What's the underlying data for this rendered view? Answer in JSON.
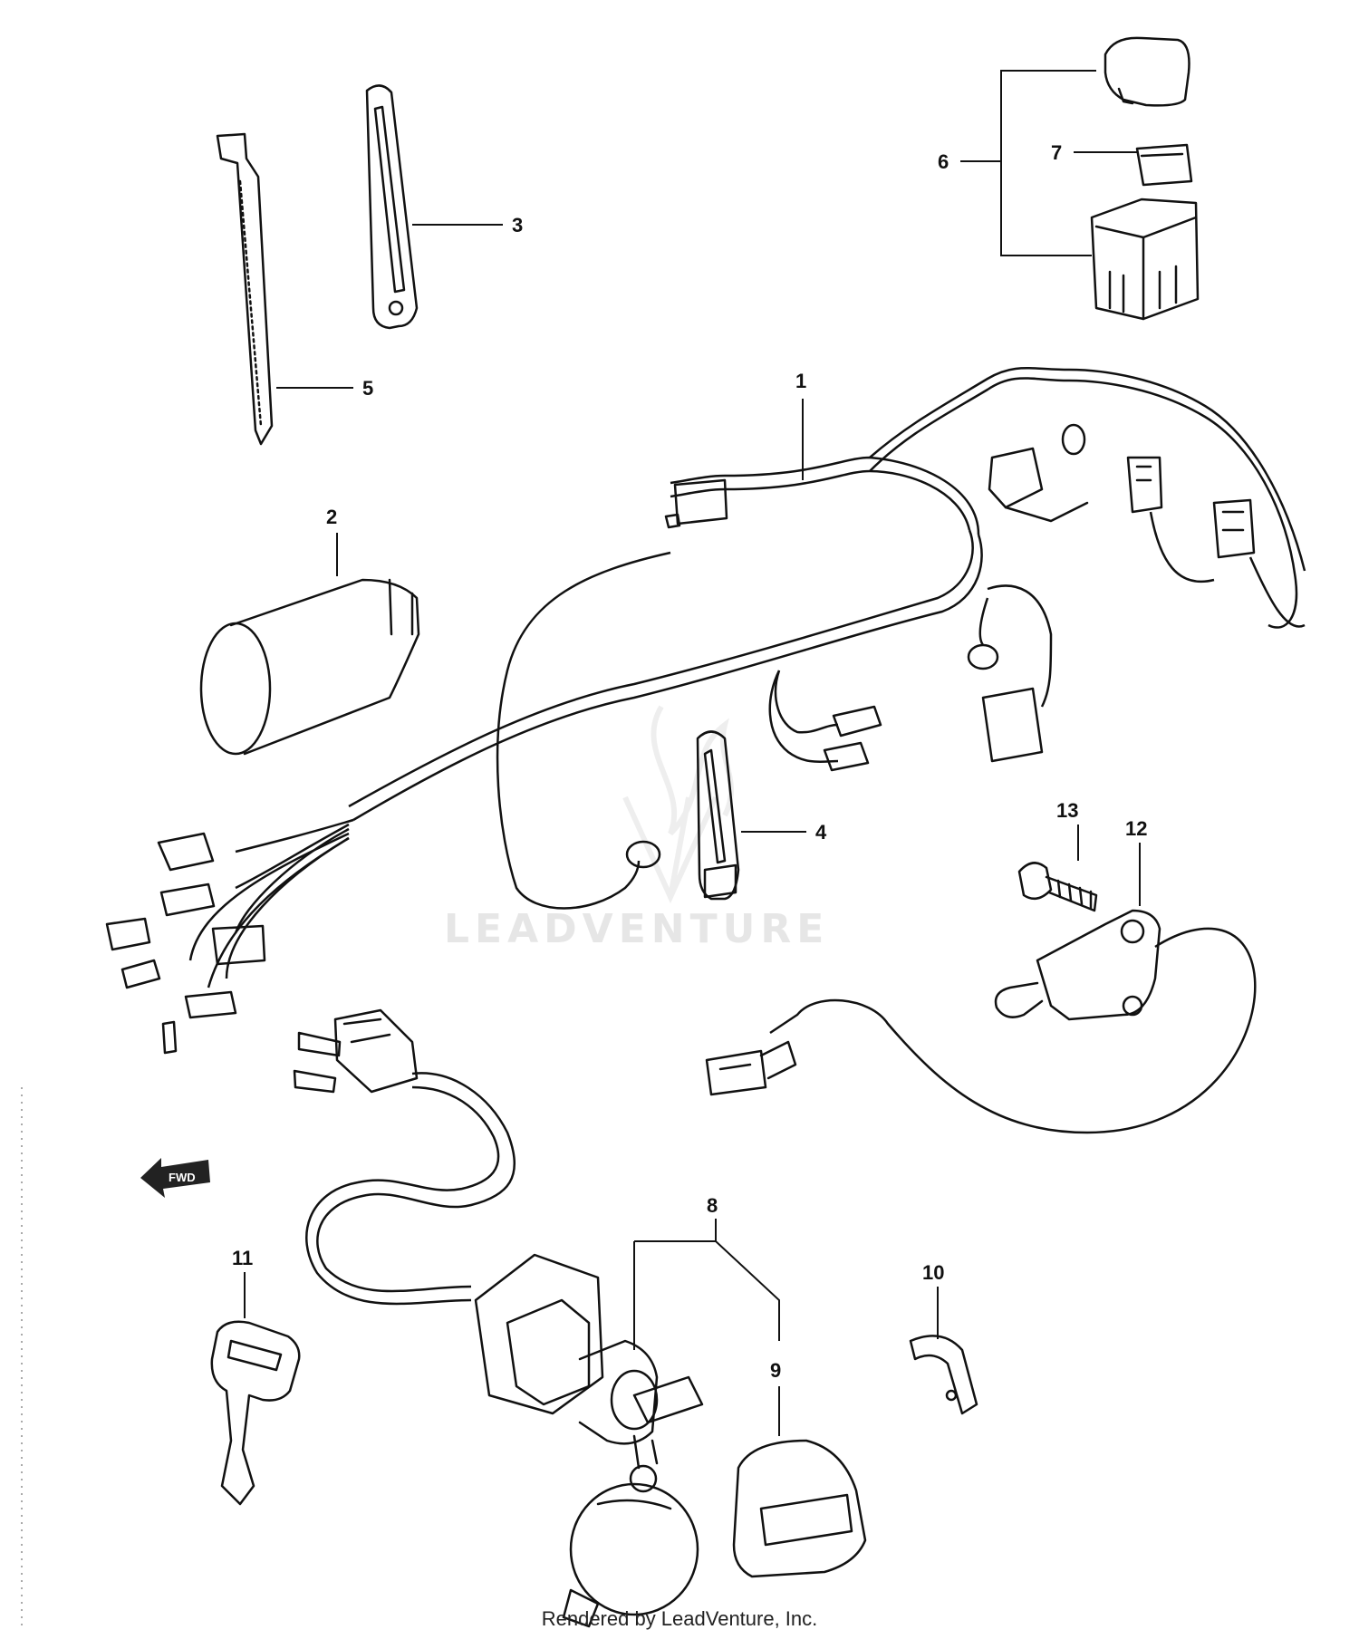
{
  "callouts": {
    "c1": "1",
    "c2": "2",
    "c3": "3",
    "c4": "4",
    "c5": "5",
    "c6": "6",
    "c7": "7",
    "c8": "8",
    "c9": "9",
    "c10": "10",
    "c11": "11",
    "c12": "12",
    "c13": "13"
  },
  "fwd_label": "FWD",
  "watermark": "LEADVENTURE",
  "footer": "Rendered by LeadVenture, Inc.",
  "colors": {
    "ink": "#111111",
    "watermark": "#e6e6e6",
    "background": "#ffffff"
  },
  "icons": [
    "fwd-arrow-icon",
    "leadventure-logo-icon"
  ]
}
